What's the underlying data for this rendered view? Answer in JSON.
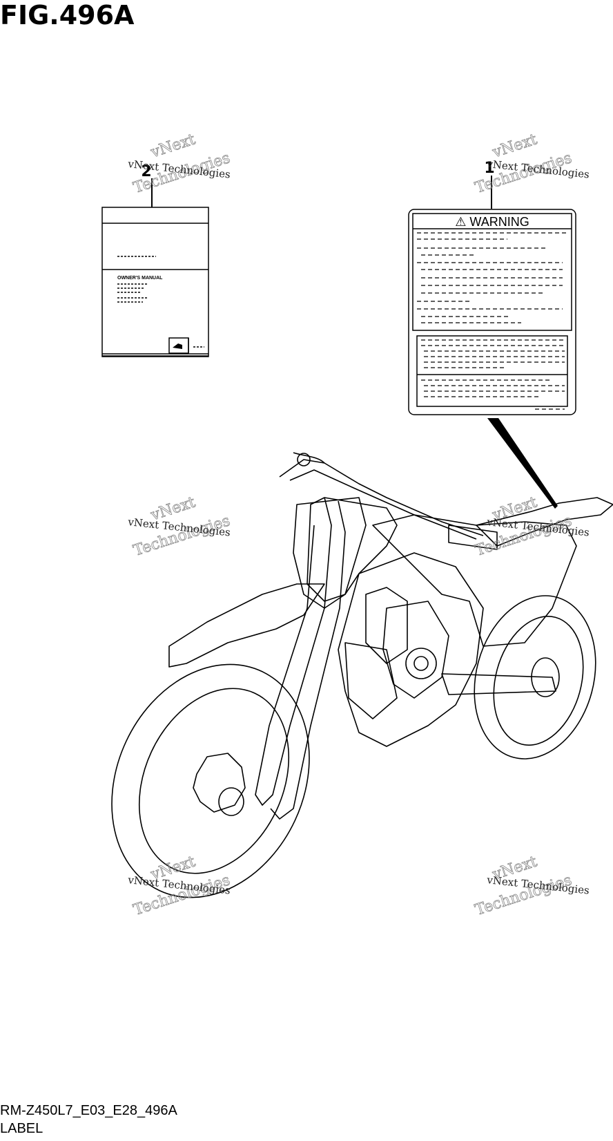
{
  "figure": {
    "title": "FIG.496A",
    "code": "RM-Z450L7_E03_E28_496A",
    "section_name": "LABEL"
  },
  "callouts": [
    {
      "number": "1",
      "part": "warning-label"
    },
    {
      "number": "2",
      "part": "owners-manual"
    }
  ],
  "warning_label": {
    "heading": "⚠ WARNING"
  },
  "manual_label": {
    "title": "OWNER'S MANUAL"
  },
  "watermark": {
    "line1": "vNext",
    "line2": "vNext Technologies",
    "line3": "Technologies"
  }
}
